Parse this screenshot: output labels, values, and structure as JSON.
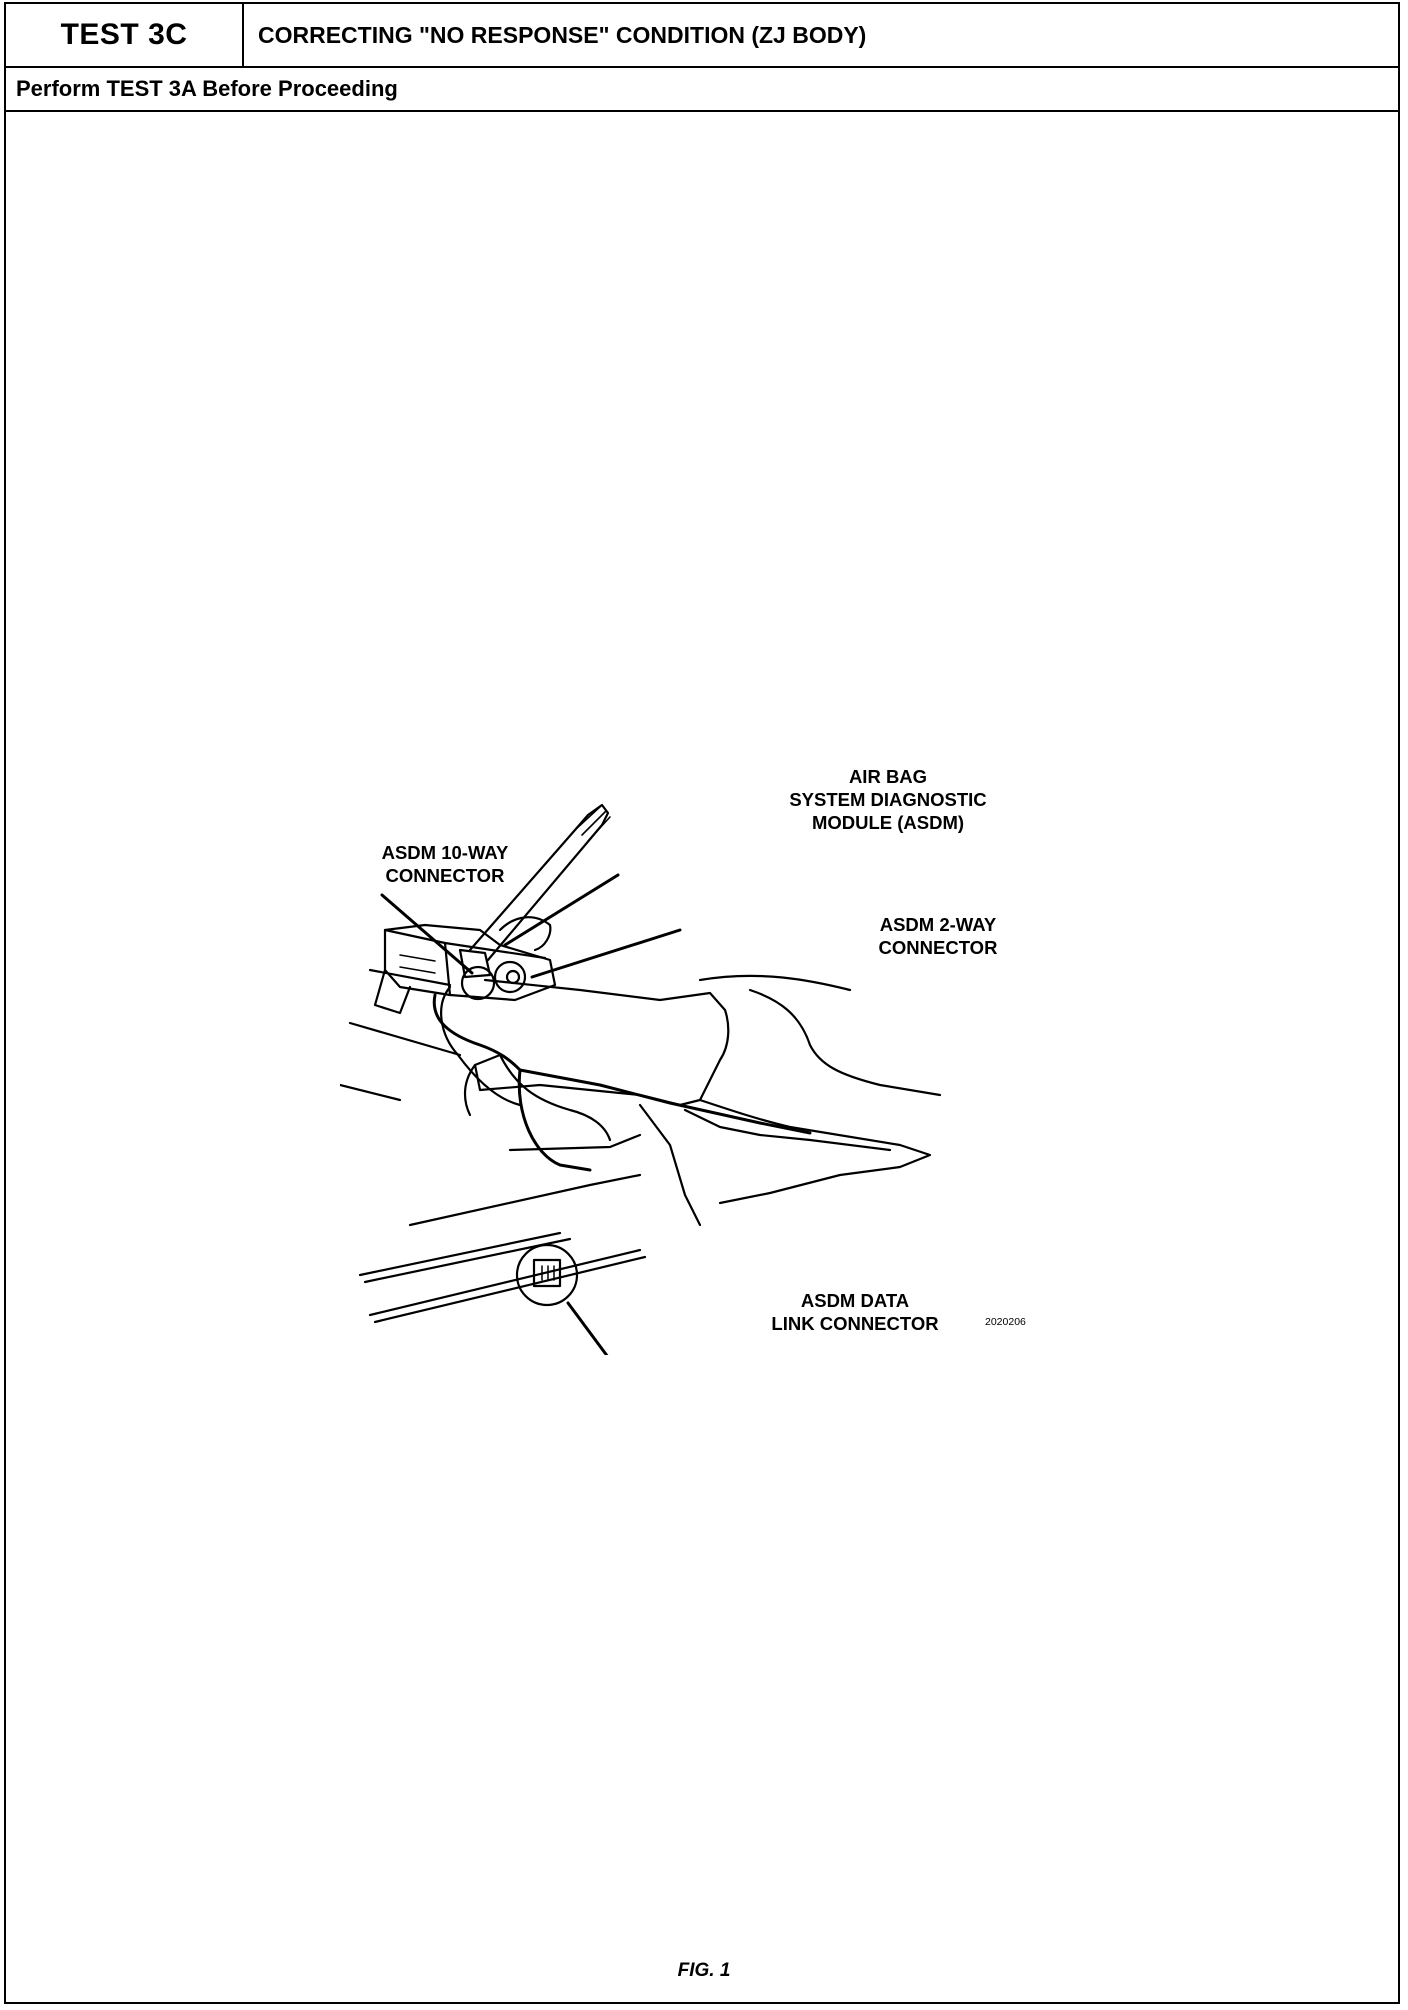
{
  "header": {
    "test_id": "TEST 3C",
    "title": "CORRECTING \"NO RESPONSE\" CONDITION (ZJ BODY)"
  },
  "prerequisite": "Perform TEST 3A Before Proceeding",
  "figure": {
    "callouts": {
      "asdm_module": "AIR BAG\nSYSTEM DIAGNOSTIC\nMODULE (ASDM)",
      "ten_way": "ASDM 10-WAY\nCONNECTOR",
      "two_way": "ASDM 2-WAY\nCONNECTOR",
      "data_link": "ASDM DATA\nLINK CONNECTOR"
    },
    "figure_number": "2020206",
    "caption": "FIG. 1"
  }
}
